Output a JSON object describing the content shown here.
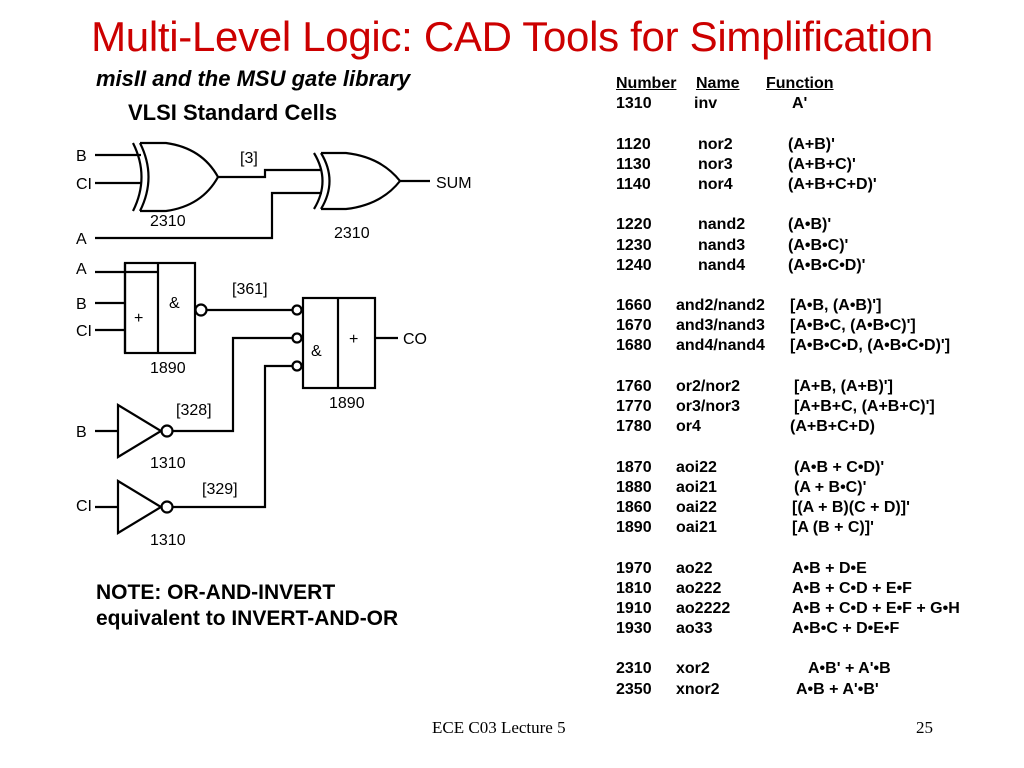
{
  "slide": {
    "title": "Multi-Level Logic: CAD Tools for Simplification",
    "subtitle": "misII and the MSU gate library",
    "section_label": "VLSI Standard Cells",
    "note_line1": "NOTE: OR-AND-INVERT",
    "note_line2": "equivalent to INVERT-AND-OR",
    "footer": "ECE C03 Lecture 5",
    "page_number": "25"
  },
  "diagram": {
    "labels": {
      "in_b_top": "B",
      "in_ci_top": "CI",
      "in_a_top": "A",
      "wire_3": "[3]",
      "sum": "SUM",
      "xor1_num": "2310",
      "xor2_num": "2310",
      "in_a_mid": "A",
      "in_b_mid": "B",
      "in_ci_mid": "CI",
      "aoi_and_sym": "&",
      "aoi_or_sym": "+",
      "oai1_num": "1890",
      "wire_361": "[361]",
      "oai2_and_sym": "&",
      "oai2_or_sym": "+",
      "co": "CO",
      "oai2_num": "1890",
      "wire_328": "[328]",
      "in_b_low": "B",
      "inv1_num": "1310",
      "wire_329": "[329]",
      "in_ci_low": "CI",
      "inv2_num": "1310"
    }
  },
  "library_table": {
    "header": {
      "number": "Number",
      "name": "Name",
      "function": "Function"
    },
    "rows": [
      {
        "number": "1310",
        "name": "inv",
        "function": "A'"
      },
      null,
      {
        "number": "1120",
        "name": "nor2",
        "function": "(A+B)'"
      },
      {
        "number": "1130",
        "name": "nor3",
        "function": "(A+B+C)'"
      },
      {
        "number": "1140",
        "name": "nor4",
        "function": "(A+B+C+D)'"
      },
      null,
      {
        "number": "1220",
        "name": "nand2",
        "function": "(A•B)'"
      },
      {
        "number": "1230",
        "name": "nand3",
        "function": "(A•B•C)'"
      },
      {
        "number": "1240",
        "name": "nand4",
        "function": "(A•B•C•D)'"
      },
      null,
      {
        "number": "1660",
        "name": "and2/nand2",
        "function": "[A•B, (A•B)']"
      },
      {
        "number": "1670",
        "name": "and3/nand3",
        "function": "[A•B•C, (A•B•C)']"
      },
      {
        "number": "1680",
        "name": "and4/nand4",
        "function": "[A•B•C•D, (A•B•C•D)']"
      },
      null,
      {
        "number": "1760",
        "name": "or2/nor2",
        "function": "[A+B, (A+B)']"
      },
      {
        "number": "1770",
        "name": "or3/nor3",
        "function": "[A+B+C, (A+B+C)']"
      },
      {
        "number": "1780",
        "name": "or4",
        "function": "(A+B+C+D)"
      },
      null,
      {
        "number": "1870",
        "name": "aoi22",
        "function": "(A•B + C•D)'"
      },
      {
        "number": "1880",
        "name": "aoi21",
        "function": "(A + B•C)'"
      },
      {
        "number": "1860",
        "name": "oai22",
        "function": "[(A + B)(C + D)]'"
      },
      {
        "number": "1890",
        "name": "oai21",
        "function": "[A (B + C)]'"
      },
      null,
      {
        "number": "1970",
        "name": "ao22",
        "function": "A•B + D•E"
      },
      {
        "number": "1810",
        "name": "ao222",
        "function": "A•B + C•D + E•F"
      },
      {
        "number": "1910",
        "name": "ao2222",
        "function": "A•B + C•D + E•F + G•H"
      },
      {
        "number": "1930",
        "name": "ao33",
        "function": "A•B•C + D•E•F"
      },
      null,
      {
        "number": "2310",
        "name": "xor2",
        "function": "A•B' + A'•B"
      },
      {
        "number": "2350",
        "name": "xnor2",
        "function": "A•B + A'•B'"
      }
    ]
  }
}
